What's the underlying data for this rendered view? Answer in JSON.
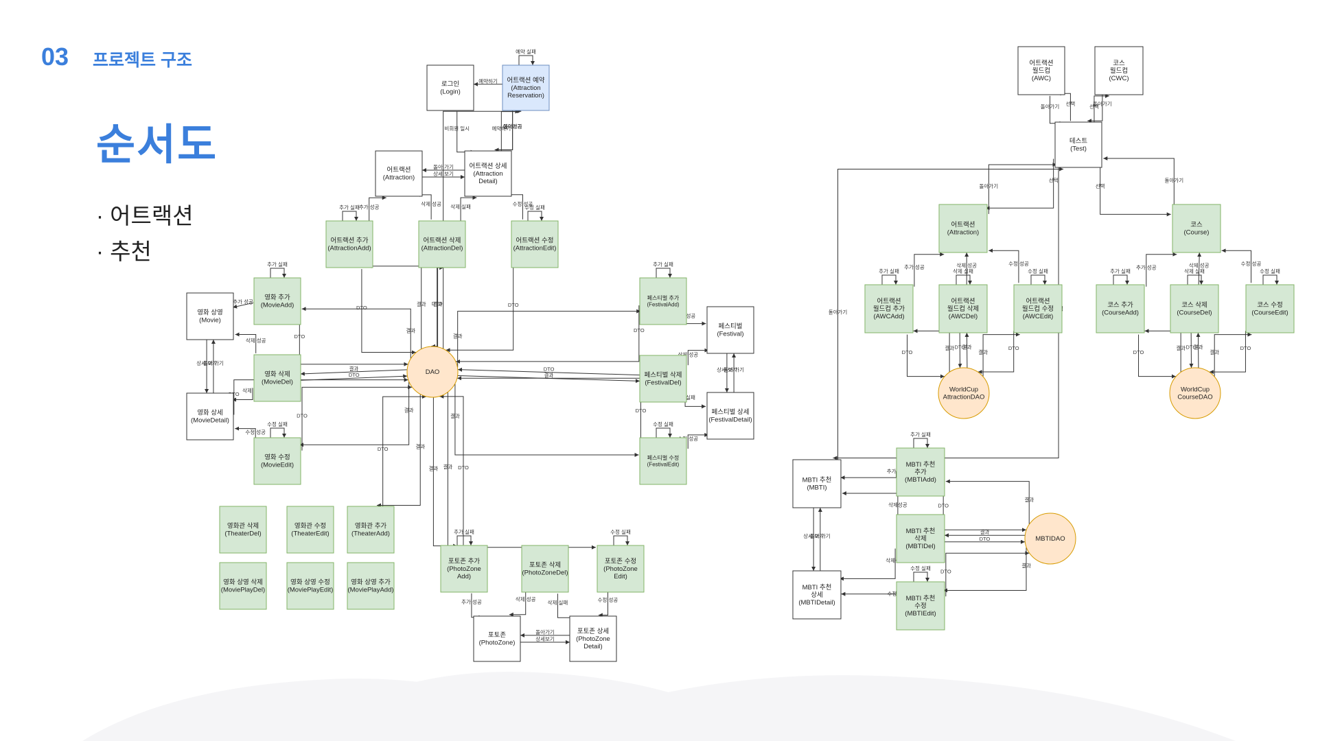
{
  "section": {
    "number": "03",
    "title": "프로젝트 구조"
  },
  "title": "순서도",
  "bullets": [
    "· 어트랙션",
    "· 추천"
  ],
  "colors": {
    "accent": "#3b7fdc",
    "green": "#d5e8d4",
    "green_border": "#82b366",
    "blue": "#dae8fc",
    "blue_border": "#6c8ebf",
    "orange": "#ffe6cc",
    "orange_border": "#d79b00"
  },
  "nodes": [
    {
      "id": "login",
      "lines": [
        "로그인",
        "(Login)"
      ],
      "style": "white"
    },
    {
      "id": "reservation",
      "lines": [
        "어트랙션 예약",
        "(Attraction",
        "Reservation)"
      ],
      "style": "blue"
    },
    {
      "id": "attraction",
      "lines": [
        "어트랙션",
        "(Attraction)"
      ],
      "style": "white"
    },
    {
      "id": "attraction-detail",
      "lines": [
        "어트랙션 상세",
        "(Attraction",
        "Detail)"
      ],
      "style": "white"
    },
    {
      "id": "attraction-add",
      "lines": [
        "어트랙션 추가",
        "(AttractionAdd)"
      ],
      "style": "green"
    },
    {
      "id": "attraction-del",
      "lines": [
        "어트랙션 삭제",
        "(AttractionDel)"
      ],
      "style": "green"
    },
    {
      "id": "attraction-edit",
      "lines": [
        "어트랙션 수정",
        "(AttractionEdit)"
      ],
      "style": "green"
    },
    {
      "id": "movie",
      "lines": [
        "영화 상영",
        "(Movie)"
      ],
      "style": "white"
    },
    {
      "id": "movie-add",
      "lines": [
        "영화 추가",
        "(MovieAdd)"
      ],
      "style": "green"
    },
    {
      "id": "movie-del",
      "lines": [
        "영화 삭제",
        "(MovieDel)"
      ],
      "style": "green"
    },
    {
      "id": "movie-detail",
      "lines": [
        "영화 상세",
        "(MovieDetail)"
      ],
      "style": "white"
    },
    {
      "id": "movie-edit",
      "lines": [
        "영화 수정",
        "(MovieEdit)"
      ],
      "style": "green"
    },
    {
      "id": "theater-del",
      "lines": [
        "영화관 삭제",
        "(TheaterDel)"
      ],
      "style": "green"
    },
    {
      "id": "theater-edit",
      "lines": [
        "영화관 수정",
        "(TheaterEdit)"
      ],
      "style": "green"
    },
    {
      "id": "theater-add",
      "lines": [
        "영화관 추가",
        "(TheaterAdd)"
      ],
      "style": "green"
    },
    {
      "id": "movieplay-del",
      "lines": [
        "영화 상영 삭제",
        "(MoviePlayDel)"
      ],
      "style": "green"
    },
    {
      "id": "movieplay-edit",
      "lines": [
        "영화 상영 수정",
        "(MoviePlayEdit)"
      ],
      "style": "green"
    },
    {
      "id": "movieplay-add",
      "lines": [
        "영화 상영 추가",
        "(MoviePlayAdd)"
      ],
      "style": "green"
    },
    {
      "id": "dao",
      "lines": [
        "DAO"
      ],
      "style": "circle"
    },
    {
      "id": "festival-add",
      "lines": [
        "페스티벌 추가",
        "(FestivalAdd)"
      ],
      "style": "green-small"
    },
    {
      "id": "festival",
      "lines": [
        "페스티벌",
        "(Festival)"
      ],
      "style": "white"
    },
    {
      "id": "festival-del",
      "lines": [
        "페스티벌 삭제",
        "(FestivalDel)"
      ],
      "style": "green"
    },
    {
      "id": "festival-detail",
      "lines": [
        "페스티벌 상세",
        "(FestivalDetail)"
      ],
      "style": "white"
    },
    {
      "id": "festival-edit",
      "lines": [
        "페스티벌 수정",
        "(FestivalEdit)"
      ],
      "style": "green-small"
    },
    {
      "id": "photozone-add",
      "lines": [
        "포토존 추가",
        "(PhotoZone",
        "Add)"
      ],
      "style": "green"
    },
    {
      "id": "photozone-del",
      "lines": [
        "포토존 삭제",
        "(PhotoZoneDel)"
      ],
      "style": "green"
    },
    {
      "id": "photozone-edit",
      "lines": [
        "포토존 수정",
        "(PhotoZone",
        "Edit)"
      ],
      "style": "green"
    },
    {
      "id": "photozone",
      "lines": [
        "포토존",
        "(PhotoZone)"
      ],
      "style": "white"
    },
    {
      "id": "photozone-detail",
      "lines": [
        "포토존 상세",
        "(PhotoZone",
        "Detail)"
      ],
      "style": "white"
    },
    {
      "id": "awc",
      "lines": [
        "어트랙션",
        "월드컵",
        "(AWC)"
      ],
      "style": "white"
    },
    {
      "id": "cwc",
      "lines": [
        "코스",
        "월드컵",
        "(CWC)"
      ],
      "style": "white"
    },
    {
      "id": "test",
      "lines": [
        "테스트",
        "(Test)"
      ],
      "style": "white"
    },
    {
      "id": "rec-attraction",
      "lines": [
        "어트랙션",
        "(Attraction)"
      ],
      "style": "green"
    },
    {
      "id": "course",
      "lines": [
        "코스",
        "(Course)"
      ],
      "style": "green"
    },
    {
      "id": "awc-add",
      "lines": [
        "어트랙션",
        "월드컵 추가",
        "(AWCAdd)"
      ],
      "style": "green"
    },
    {
      "id": "awc-del",
      "lines": [
        "어트랙션",
        "월드컵 삭제",
        "(AWCDel)"
      ],
      "style": "green"
    },
    {
      "id": "awc-edit",
      "lines": [
        "어트랙션",
        "월드컵 수정",
        "(AWCEdit)"
      ],
      "style": "green"
    },
    {
      "id": "course-add",
      "lines": [
        "코스 추가",
        "(CourseAdd)"
      ],
      "style": "green"
    },
    {
      "id": "course-del",
      "lines": [
        "코스 삭제",
        "(CourseDel)"
      ],
      "style": "green"
    },
    {
      "id": "course-edit",
      "lines": [
        "코스 수정",
        "(CourseEdit)"
      ],
      "style": "green"
    },
    {
      "id": "worldcup-attraction-dao",
      "lines": [
        "WorldCup",
        "AttractionDAO"
      ],
      "style": "circle"
    },
    {
      "id": "worldcup-course-dao",
      "lines": [
        "WorldCup",
        "CourseDAO"
      ],
      "style": "circle"
    },
    {
      "id": "mbti",
      "lines": [
        "MBTI 추천",
        "(MBTI)"
      ],
      "style": "white"
    },
    {
      "id": "mbti-add",
      "lines": [
        "MBTI 추천",
        "추가",
        "(MBTIAdd)"
      ],
      "style": "green"
    },
    {
      "id": "mbti-del",
      "lines": [
        "MBTI 추천",
        "삭제",
        "(MBTIDel)"
      ],
      "style": "green"
    },
    {
      "id": "mbti-detail",
      "lines": [
        "MBTI 추천",
        "상세",
        "(MBTIDetail)"
      ],
      "style": "white"
    },
    {
      "id": "mbti-edit",
      "lines": [
        "MBTI 추천",
        "수정",
        "(MBTIEdit)"
      ],
      "style": "green"
    },
    {
      "id": "mbti-dao",
      "lines": [
        "MBTIDAO"
      ],
      "style": "circle"
    }
  ],
  "edges": [
    {
      "from": "reservation",
      "to": "login",
      "label": "예약하기"
    },
    {
      "from": "login",
      "to": "attraction-detail",
      "label": "비회원 일시"
    },
    {
      "from": "reservation",
      "to": "attraction-detail",
      "label": "돌아가기"
    },
    {
      "from": "attraction-detail",
      "to": "reservation",
      "label": "예약하기"
    },
    {
      "from": "reservation",
      "to": "attraction-detail",
      "label": "예약성공"
    },
    {
      "from": "reservation",
      "to": "reservation",
      "label": "예약 실패"
    },
    {
      "from": "attraction",
      "to": "attraction-detail",
      "label": "상세 보기"
    },
    {
      "from": "attraction-detail",
      "to": "attraction",
      "label": "돌아 가기"
    },
    {
      "from": "attraction-add",
      "to": "attraction",
      "label": "추가 성공"
    },
    {
      "from": "attraction-add",
      "to": "attraction-add",
      "label": "추가 실패"
    },
    {
      "from": "attraction-del",
      "to": "attraction",
      "label": "삭제 성공"
    },
    {
      "from": "attraction-del",
      "to": "attraction-detail",
      "label": "삭제 실패"
    },
    {
      "from": "attraction-edit",
      "to": "attraction-detail",
      "label": "수정 성공"
    },
    {
      "from": "attraction-edit",
      "to": "attraction-edit",
      "label": "수정 실패"
    },
    {
      "from": "attraction-add",
      "to": "dao",
      "label": "DTO"
    },
    {
      "from": "dao",
      "to": "attraction-add",
      "label": "결과"
    },
    {
      "from": "attraction-del",
      "to": "dao",
      "label": "DTO"
    },
    {
      "from": "dao",
      "to": "attraction-del",
      "label": "결과"
    },
    {
      "from": "attraction-edit",
      "to": "dao",
      "label": "DTO"
    },
    {
      "from": "dao",
      "to": "reservation",
      "label": "결과"
    },
    {
      "from": "movie-add",
      "to": "movie",
      "label": "추가 성공"
    },
    {
      "from": "movie-add",
      "to": "movie-add",
      "label": "추가 실패"
    },
    {
      "from": "movie",
      "to": "movie-detail",
      "label": "상세 보기"
    },
    {
      "from": "movie-detail",
      "to": "movie",
      "label": "돌아 가기"
    },
    {
      "from": "movie-del",
      "to": "movie",
      "label": "삭제 성공"
    },
    {
      "from": "movie-del",
      "to": "movie-detail",
      "label": "삭제 실패"
    },
    {
      "from": "movie-edit",
      "to": "movie-detail",
      "label": "수정 성공"
    },
    {
      "from": "movie-edit",
      "to": "movie-edit",
      "label": "수정 실패"
    },
    {
      "from": "movie-add",
      "to": "dao",
      "label": "DTO"
    },
    {
      "from": "dao",
      "to": "movie-add",
      "label": "결과"
    },
    {
      "from": "movie-del",
      "to": "dao",
      "label": "DTO"
    },
    {
      "from": "dao",
      "to": "movie-del",
      "label": "결과"
    },
    {
      "from": "movie-detail",
      "to": "dao",
      "label": "DTO"
    },
    {
      "from": "dao",
      "to": "movie-edit",
      "label": "결과"
    },
    {
      "from": "movie-edit",
      "to": "dao",
      "label": "DTO"
    },
    {
      "from": "dao",
      "to": "festival-add",
      "label": "결과"
    },
    {
      "from": "festival-add",
      "to": "dao",
      "label": "DTO"
    },
    {
      "from": "festival-add",
      "to": "festival",
      "label": "추가 성공"
    },
    {
      "from": "festival-add",
      "to": "festival-add",
      "label": "추가 실패"
    },
    {
      "from": "festival-del",
      "to": "festival",
      "label": "삭제 성공"
    },
    {
      "from": "festival",
      "to": "festival-detail",
      "label": "상세 보기"
    },
    {
      "from": "festival-detail",
      "to": "festival",
      "label": "돌아 가기"
    },
    {
      "from": "festival-del",
      "to": "festival-detail",
      "label": "삭제 실패"
    },
    {
      "from": "festival-edit",
      "to": "festival-detail",
      "label": "수정 성공"
    },
    {
      "from": "festival-edit",
      "to": "festival-edit",
      "label": "수정 실패"
    },
    {
      "from": "dao",
      "to": "festival-del",
      "label": "결과"
    },
    {
      "from": "festival-del",
      "to": "dao",
      "label": "DTO"
    },
    {
      "from": "festival-edit",
      "to": "dao",
      "label": "DTO"
    },
    {
      "from": "dao",
      "to": "festival-edit",
      "label": "결과"
    },
    {
      "from": "dao",
      "to": "photozone-edit",
      "label": "결과"
    },
    {
      "from": "photozone-add",
      "to": "dao",
      "label": "DTO"
    },
    {
      "from": "dao",
      "to": "photozone-add",
      "label": "결과"
    },
    {
      "from": "photozone-add",
      "to": "photozone",
      "label": "추가 성공"
    },
    {
      "from": "photozone-add",
      "to": "photozone-add",
      "label": "추가 실패"
    },
    {
      "from": "photozone-del",
      "to": "photozone",
      "label": "삭제 성공"
    },
    {
      "from": "photozone-del",
      "to": "photozone-detail",
      "label": "삭제 실패"
    },
    {
      "from": "photozone",
      "to": "photozone-detail",
      "label": "상세보기"
    },
    {
      "from": "photozone-detail",
      "to": "photozone",
      "label": "돌아가기"
    },
    {
      "from": "photozone-edit",
      "to": "photozone-detail",
      "label": "수정 성공"
    },
    {
      "from": "photozone-edit",
      "to": "photozone-edit",
      "label": "수정 실패"
    },
    {
      "from": "theater-add",
      "to": "dao",
      "label": "DTO"
    },
    {
      "from": "dao",
      "to": "theater-add",
      "label": "결과"
    },
    {
      "from": "test",
      "to": "awc",
      "label": "선택"
    },
    {
      "from": "awc",
      "to": "test",
      "label": "돌아가기"
    },
    {
      "from": "test",
      "to": "cwc",
      "label": "선택"
    },
    {
      "from": "cwc",
      "to": "test",
      "label": "돌아가기"
    },
    {
      "from": "rec-attraction",
      "to": "test",
      "label": "돌아가기"
    },
    {
      "from": "test",
      "to": "rec-attraction",
      "label": "선택"
    },
    {
      "from": "course",
      "to": "test",
      "label": "돌아가기"
    },
    {
      "from": "test",
      "to": "course",
      "label": "선택"
    },
    {
      "from": "mbti",
      "to": "test",
      "label": "돌아가기"
    },
    {
      "from": "test",
      "to": "mbti",
      "label": "선택"
    },
    {
      "from": "awc-add",
      "to": "rec-attraction",
      "label": "추가 성공"
    },
    {
      "from": "awc-add",
      "to": "awc-add",
      "label": "추가 실패"
    },
    {
      "from": "awc-del",
      "to": "rec-attraction",
      "label": "삭제 성공"
    },
    {
      "from": "awc-del",
      "to": "awc-del",
      "label": "삭제 실패"
    },
    {
      "from": "awc-edit",
      "to": "rec-attraction",
      "label": "수정 성공"
    },
    {
      "from": "awc-edit",
      "to": "awc-edit",
      "label": "수정 실패"
    },
    {
      "from": "awc-add",
      "to": "worldcup-attraction-dao",
      "label": "DTO"
    },
    {
      "from": "worldcup-attraction-dao",
      "to": "awc-add",
      "label": "결과"
    },
    {
      "from": "awc-del",
      "to": "worldcup-attraction-dao",
      "label": "DTO"
    },
    {
      "from": "worldcup-attraction-dao",
      "to": "awc-del",
      "label": "결과"
    },
    {
      "from": "awc-edit",
      "to": "worldcup-attraction-dao",
      "label": "DTO"
    },
    {
      "from": "worldcup-attraction-dao",
      "to": "awc-edit",
      "label": "결과"
    },
    {
      "from": "course-add",
      "to": "course",
      "label": "추가 성공"
    },
    {
      "from": "course-add",
      "to": "course-add",
      "label": "추가 실패"
    },
    {
      "from": "course-del",
      "to": "course",
      "label": "삭제 성공"
    },
    {
      "from": "course-del",
      "to": "course-del",
      "label": "삭제 실패"
    },
    {
      "from": "course-edit",
      "to": "course",
      "label": "수정 성공"
    },
    {
      "from": "course-edit",
      "to": "course-edit",
      "label": "수정 실패"
    },
    {
      "from": "course-add",
      "to": "worldcup-course-dao",
      "label": "DTO"
    },
    {
      "from": "worldcup-course-dao",
      "to": "course-add",
      "label": "결과"
    },
    {
      "from": "course-del",
      "to": "worldcup-course-dao",
      "label": "DTO"
    },
    {
      "from": "worldcup-course-dao",
      "to": "course-del",
      "label": "결과"
    },
    {
      "from": "course-edit",
      "to": "worldcup-course-dao",
      "label": "DTO"
    },
    {
      "from": "worldcup-course-dao",
      "to": "course-edit",
      "label": "결과"
    },
    {
      "from": "mbti-add",
      "to": "mbti",
      "label": "추가성공"
    },
    {
      "from": "mbti-add",
      "to": "mbti-add",
      "label": "추가 실패"
    },
    {
      "from": "mbti-del",
      "to": "mbti",
      "label": "삭제성공"
    },
    {
      "from": "mbti-del",
      "to": "mbti-detail",
      "label": "삭제실패"
    },
    {
      "from": "mbti",
      "to": "mbti-detail",
      "label": "상세 보기"
    },
    {
      "from": "mbti-detail",
      "to": "mbti",
      "label": "돌아 가기"
    },
    {
      "from": "mbti-edit",
      "to": "mbti-detail",
      "label": "수정성공"
    },
    {
      "from": "mbti-edit",
      "to": "mbti-edit",
      "label": "수정 실패"
    },
    {
      "from": "mbti-add",
      "to": "mbti-dao",
      "label": "DTO"
    },
    {
      "from": "mbti-dao",
      "to": "mbti-add",
      "label": "결과"
    },
    {
      "from": "mbti-del",
      "to": "mbti-dao",
      "label": "DTO"
    },
    {
      "from": "mbti-dao",
      "to": "mbti-del",
      "label": "결과"
    },
    {
      "from": "mbti-edit",
      "to": "mbti-dao",
      "label": "DTO"
    },
    {
      "from": "mbti-dao",
      "to": "mbti-edit",
      "label": "결과"
    }
  ]
}
